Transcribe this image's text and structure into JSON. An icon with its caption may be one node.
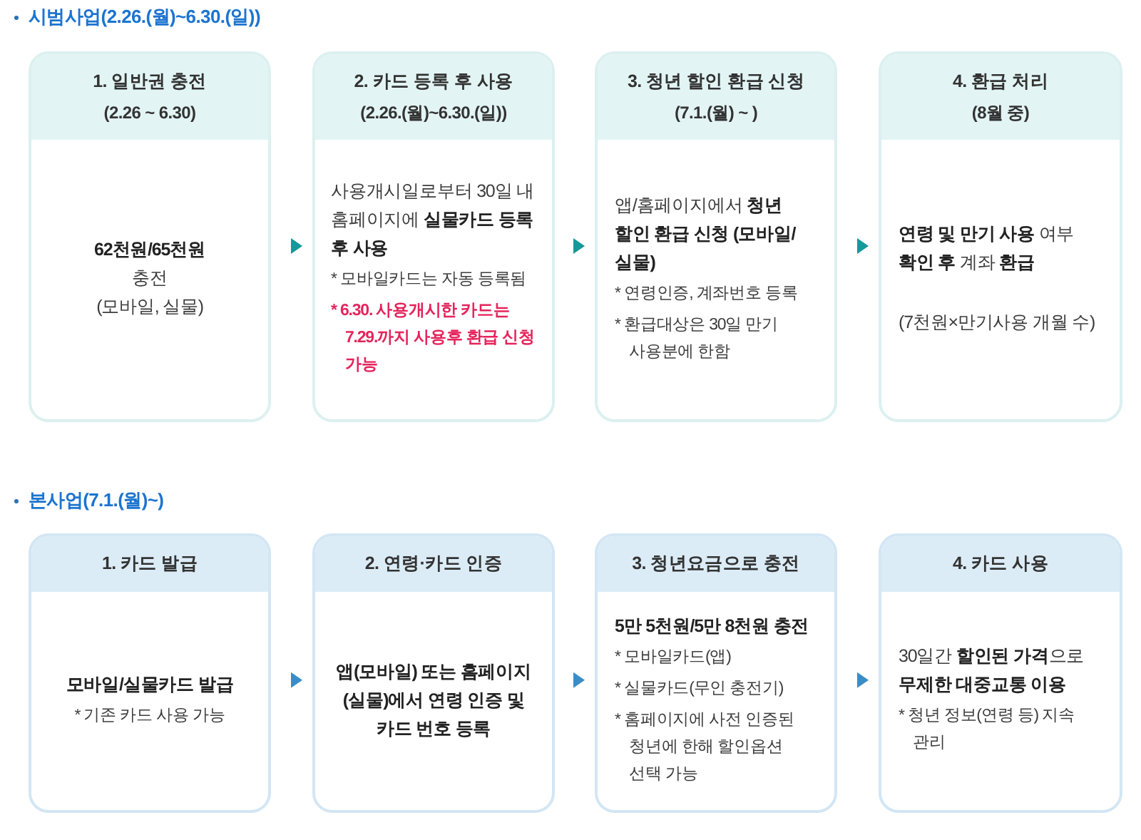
{
  "diagram": {
    "nodes": [
      {
        "text": [
          "1. 일반권 충전",
          "(2.26 ~ 6.30)",
          "62천원/65천원",
          "충전",
          "(모바일, 실물)"
        ]
      },
      {
        "text": [
          "2. 카드 등록 후 사용",
          "(2.26.(월)~6.30.(일))",
          "사용개시일로부터 30일 내 홈페이지에 **실물카드 등록 후 사용**",
          "* 모바일카드는 자동 등록됨",
          "* 6.30. 사용개시한 카드는 7.29.까지 사용후 환급 신청 가능"
        ]
      },
      {
        "text": [
          "3. 청년 할인 환급 신청",
          "(7.1.(월) ~ )",
          "앱/홈페이지에서 **청년 할인 환급 신청 (모바일/실물)**",
          "* 연령인증, 계좌번호 등록",
          "* 환급대상은 30일 만기 사용분에 한함"
        ]
      },
      {
        "text": [
          "4. 환급 처리",
          "(8월 중)",
          "**연령 및 만기 사용** 여부 **확인 후** 계좌 **환급**",
          "(7천원×만기사용 개월 수)"
        ]
      },
      {
        "text": [
          "1. 카드 발급",
          "모바일/실물카드 발급",
          "* 기존 카드 사용 가능"
        ]
      },
      {
        "text": [
          "2. 연령·카드 인증",
          "앱(모바일) 또는 홈페이지(실물)에서 연령 인증 및 카드 번호 등록"
        ]
      },
      {
        "text": [
          "3. 청년요금으로 충전",
          "5만 5천원/5만 8천원 충전",
          "* 모바일카드(앱)",
          "* 실물카드(무인 충전기)",
          "* 홈페이지에 사전 인증된 청년에 한해 할인옵션 선택 가능"
        ]
      },
      {
        "text": [
          "4. 카드 사용",
          "30일간 **할인된 가격**으로 **무제한 대중교통 이용**",
          "* 청년 정보(연령 등) 지속 관리"
        ]
      }
    ],
    "edges": [
      {
        "from": 0,
        "to": 1,
        "arrow": "to",
        "color": "#17989a"
      },
      {
        "from": 1,
        "to": 2,
        "arrow": "to",
        "color": "#17989a"
      },
      {
        "from": 2,
        "to": 3,
        "arrow": "to",
        "color": "#17989a"
      },
      {
        "from": 4,
        "to": 5,
        "arrow": "to",
        "color": "#3a8dc6"
      },
      {
        "from": 5,
        "to": 6,
        "arrow": "to",
        "color": "#3a8dc6"
      },
      {
        "from": 6,
        "to": 7,
        "arrow": "to",
        "color": "#3a8dc6"
      }
    ],
    "labels": [
      "시범사업(2.26.(월)~6.30.(일))",
      "본사업(7.1.(월)~)"
    ]
  }
}
